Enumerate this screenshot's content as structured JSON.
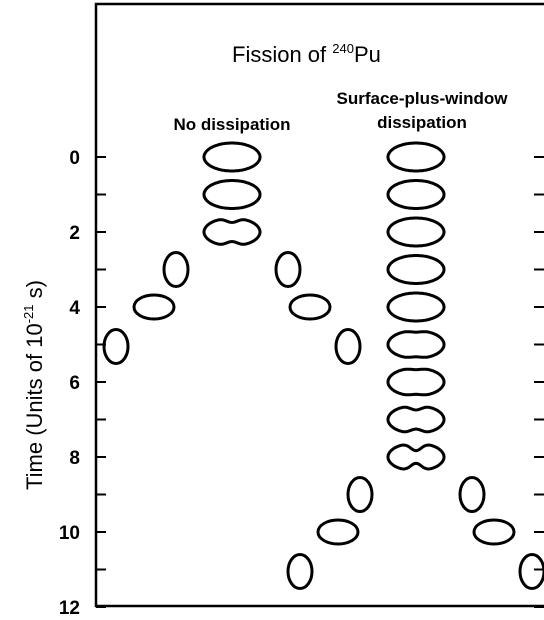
{
  "title": {
    "prefix": "Fission of ",
    "mass_number": "240",
    "element": "Pu"
  },
  "columns": {
    "left": {
      "label": "No dissipation"
    },
    "right": {
      "label_line1": "Surface-plus-window",
      "label_line2": "dissipation"
    }
  },
  "axis": {
    "title": "Time (Units of 10",
    "title_exp": "-21",
    "title_tail": " s)",
    "ticks": [
      "0",
      "2",
      "4",
      "6",
      "8",
      "10",
      "12"
    ],
    "range": [
      0,
      12
    ]
  },
  "shapes": {
    "no_dissipation": [
      {
        "t": 0,
        "kind": "ellipsoid"
      },
      {
        "t": 1,
        "kind": "ellipsoid"
      },
      {
        "t": 2,
        "kind": "necked"
      },
      {
        "t": 3,
        "kind": "fragment-pair",
        "separation": 1
      },
      {
        "t": 4,
        "kind": "fragment-pair",
        "separation": 2
      },
      {
        "t": 5,
        "kind": "fragment-pair",
        "separation": 3
      }
    ],
    "surface_plus_window": [
      {
        "t": 0,
        "kind": "ellipsoid"
      },
      {
        "t": 1,
        "kind": "ellipsoid"
      },
      {
        "t": 2,
        "kind": "ellipsoid"
      },
      {
        "t": 3,
        "kind": "ellipsoid"
      },
      {
        "t": 4,
        "kind": "ellipsoid"
      },
      {
        "t": 5,
        "kind": "slightly-necked"
      },
      {
        "t": 6,
        "kind": "slightly-necked"
      },
      {
        "t": 7,
        "kind": "necked"
      },
      {
        "t": 8,
        "kind": "strongly-necked"
      },
      {
        "t": 9,
        "kind": "fragment-pair",
        "separation": 1
      },
      {
        "t": 10,
        "kind": "fragment-pair",
        "separation": 2
      },
      {
        "t": 11,
        "kind": "fragment-pair",
        "separation": 3
      }
    ]
  }
}
